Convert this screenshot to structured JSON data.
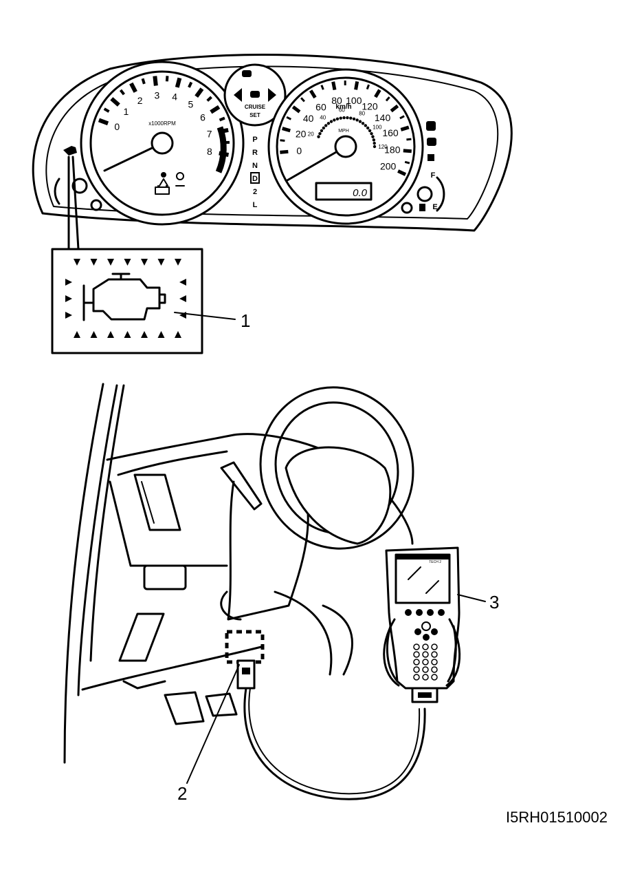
{
  "figure_id": "I5RH01510002",
  "callouts": [
    {
      "number": "1",
      "target": "check-engine-lamp"
    },
    {
      "number": "2",
      "target": "dlc-connector"
    },
    {
      "number": "3",
      "target": "scan-tool"
    }
  ],
  "tachometer": {
    "ticks": [
      "0",
      "1",
      "2",
      "3",
      "4",
      "5",
      "6",
      "7",
      "8"
    ],
    "unit_label": "x1000RPM"
  },
  "speedometer": {
    "kmh_ticks": [
      "0",
      "20",
      "40",
      "60",
      "80",
      "100",
      "120",
      "140",
      "160",
      "180",
      "200"
    ],
    "mph_ticks": [
      "20",
      "40",
      "60",
      "80",
      "100",
      "120"
    ],
    "unit_kmh": "km/h",
    "unit_mph": "MPH",
    "odometer": "0.0"
  },
  "cruise_indicator": {
    "line1": "CRUISE",
    "line2": "SET"
  },
  "gear_indicator": [
    "P",
    "R",
    "N",
    "D",
    "2",
    "L"
  ],
  "fuel_gauge": {
    "full": "F",
    "empty": "E"
  },
  "scan_tool_label": "TECH 2",
  "icons": [
    "check-engine-icon",
    "seatbelt-icon",
    "battery-icon",
    "fuel-pump-icon",
    "turn-signal-icon"
  ]
}
